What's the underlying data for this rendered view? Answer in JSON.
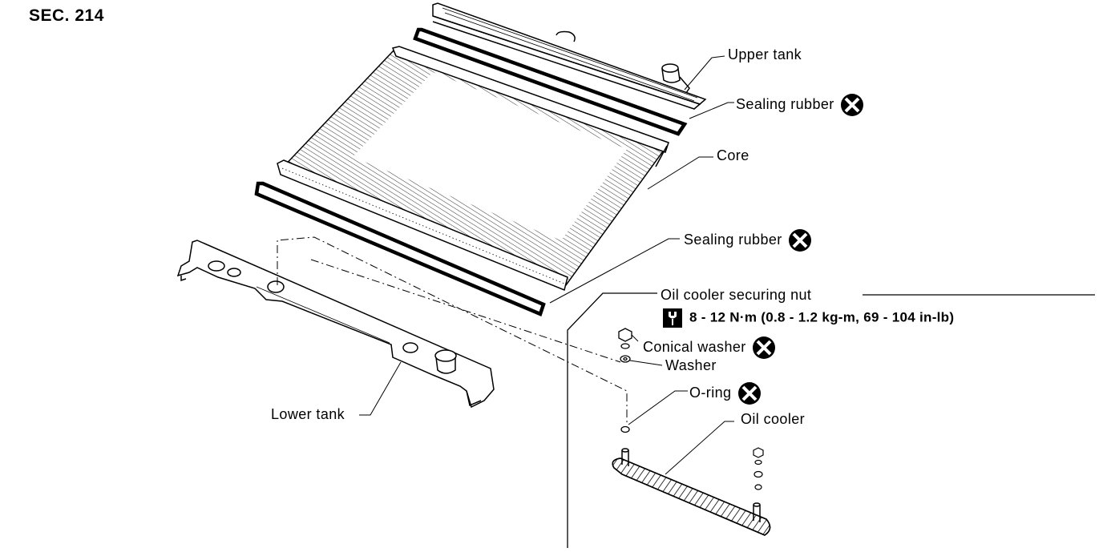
{
  "section": "SEC. 214",
  "labels": {
    "upper_tank": "Upper tank",
    "sealing_rubber_upper": "Sealing rubber",
    "core": "Core",
    "sealing_rubber_lower": "Sealing rubber",
    "oil_cooler_securing_nut": "Oil cooler securing nut",
    "torque_spec": "8 - 12 N·m (0.8 - 1.2 kg-m, 69 - 104 in-lb)",
    "conical_washer": "Conical washer",
    "washer": "Washer",
    "o_ring": "O-ring",
    "oil_cooler": "Oil cooler",
    "lower_tank": "Lower tank"
  },
  "icons": {
    "replace_part": "do-not-reuse-icon",
    "torque": "torque-wrench-icon"
  },
  "colors": {
    "ink": "#000000",
    "paper": "#ffffff"
  }
}
